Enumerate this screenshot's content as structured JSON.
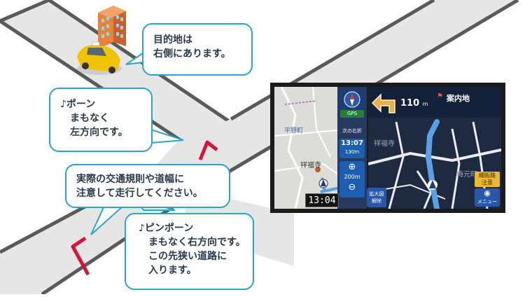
{
  "bubbles": {
    "destination": [
      "目的地は",
      "右側にあります。"
    ],
    "left_turn": [
      "♪ポーン",
      "まもなく",
      "左方向です。"
    ],
    "caution": [
      "実際の交通規則や道幅に",
      "注意して走行してください。"
    ],
    "right_turn": [
      "♪ピンポーン",
      "まもなく右方向です。",
      "この先狭い道路に",
      "入ります。"
    ]
  },
  "nav": {
    "map_labels": {
      "heiyacho": "平野町",
      "shofukuji": "祥福寺",
      "shofukuji_right": "祥福寺",
      "umemotocho": "梅元町"
    },
    "gps": "GPS",
    "next_intersection": "次の右折",
    "eta_time": "13:07",
    "eta_distance": "130m",
    "zoom_scale": "200m",
    "clock": "13:04",
    "turn_distance": "110",
    "turn_distance_unit": "m",
    "info_label": "案内地",
    "detail_badge": [
      "細街路",
      "注意"
    ],
    "menu_label": "メニュー",
    "unzoom_label": [
      "拡大図",
      "解除"
    ]
  },
  "colors": {
    "bubble_border": "#2aa6c4",
    "route_arrow": "#d4143a",
    "road": "#e2e2e2",
    "road_dark": "#5a5a5a",
    "taxi": "#f2c400",
    "building": "#e8833a"
  },
  "icons": {
    "compass": "compass-icon",
    "zoom_in": "zoom-in-icon",
    "zoom_out": "zoom-out-icon",
    "turn_arrow": "turn-left-arrow-icon",
    "menu": "menu-icon",
    "info_flag": "flag-icon"
  }
}
